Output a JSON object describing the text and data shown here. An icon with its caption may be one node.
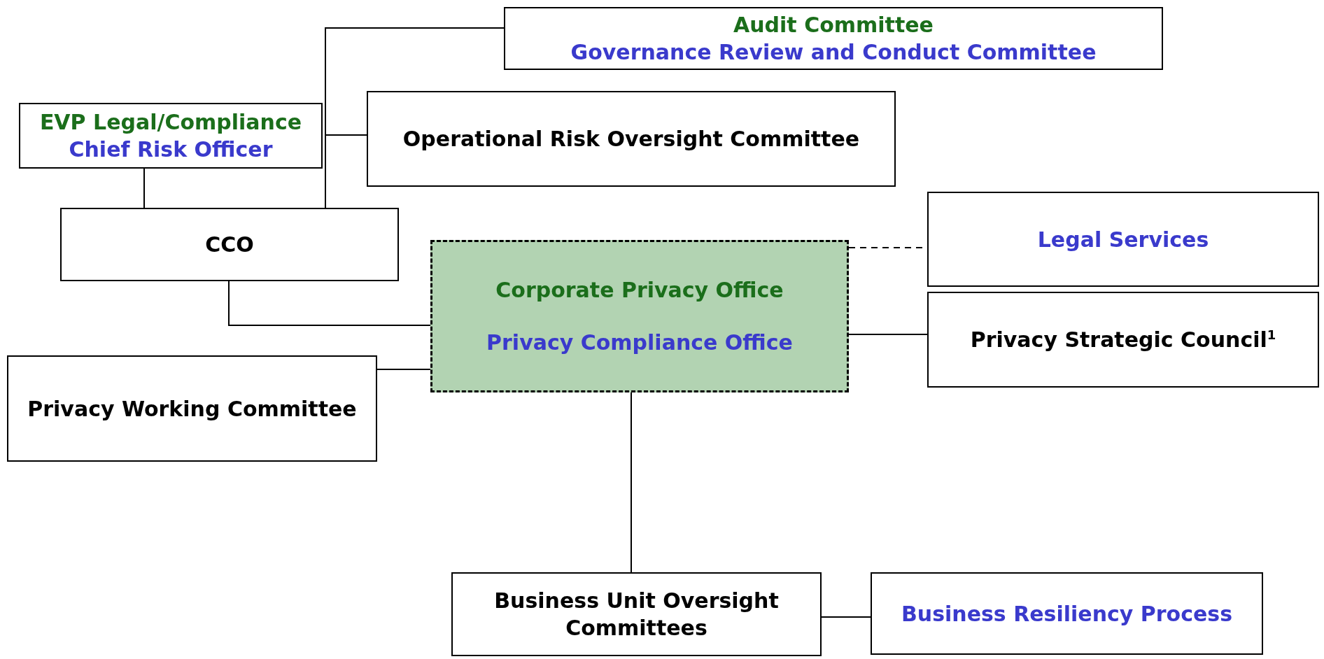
{
  "diagram": {
    "nodes": [
      {
        "text": [
          "Audit Committee",
          "Governance Review and Conduct Committee"
        ]
      },
      {
        "text": [
          "EVP Legal/Compliance",
          "Chief Risk Officer"
        ]
      },
      {
        "text": [
          "Operational Risk Oversight Committee"
        ]
      },
      {
        "text": [
          "CCO"
        ]
      },
      {
        "text": [
          "Corporate Privacy Office",
          "Privacy Compliance Office"
        ]
      },
      {
        "text": [
          "Legal Services"
        ]
      },
      {
        "text": [
          "Privacy Strategic Council$^{1}$"
        ]
      },
      {
        "text": [
          "Privacy Working Committee"
        ]
      },
      {
        "text": [
          "Business Unit Oversight Committees"
        ]
      },
      {
        "text": [
          "Business Resiliency Process"
        ]
      }
    ],
    "edges": [
      {
        "from": 3,
        "to": 0,
        "arrow": "none"
      },
      {
        "from": 3,
        "to": 2,
        "arrow": "none"
      },
      {
        "from": 1,
        "to": 3,
        "arrow": "none"
      },
      {
        "from": 3,
        "to": 4,
        "arrow": "none"
      },
      {
        "from": 4,
        "to": 5,
        "arrow": "none",
        "style": "dashed"
      },
      {
        "from": 4,
        "to": 6,
        "arrow": "none"
      },
      {
        "from": 7,
        "to": 4,
        "arrow": "none"
      },
      {
        "from": 4,
        "to": 8,
        "arrow": "none"
      },
      {
        "from": 8,
        "to": 9,
        "arrow": "none"
      }
    ]
  }
}
